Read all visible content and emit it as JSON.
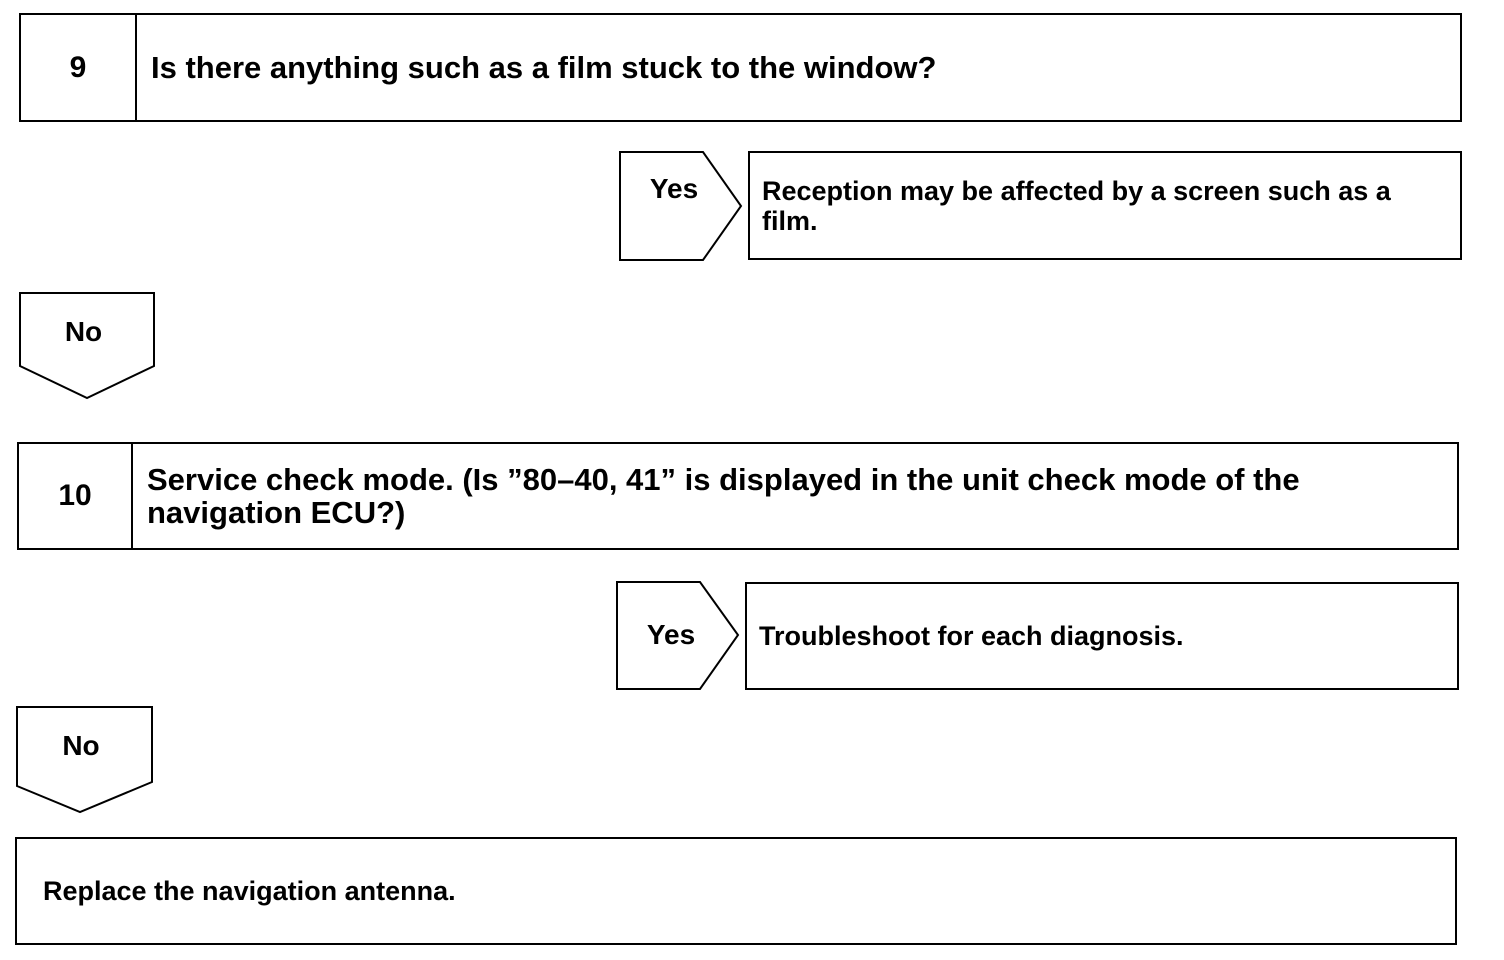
{
  "steps": [
    {
      "number": "9",
      "question": "Is there anything such as a film stuck to the window?"
    },
    {
      "number": "10",
      "question": "Service check mode. (Is ”80–40, 41” is displayed in the unit check mode of the navigation ECU?)"
    }
  ],
  "branches": {
    "yes_label": "Yes",
    "no_label": "No"
  },
  "results": {
    "step9_yes": "Reception may be affected by a screen such as a film.",
    "step10_yes": "Troubleshoot for each diagnosis."
  },
  "final_action": "Replace the navigation antenna."
}
